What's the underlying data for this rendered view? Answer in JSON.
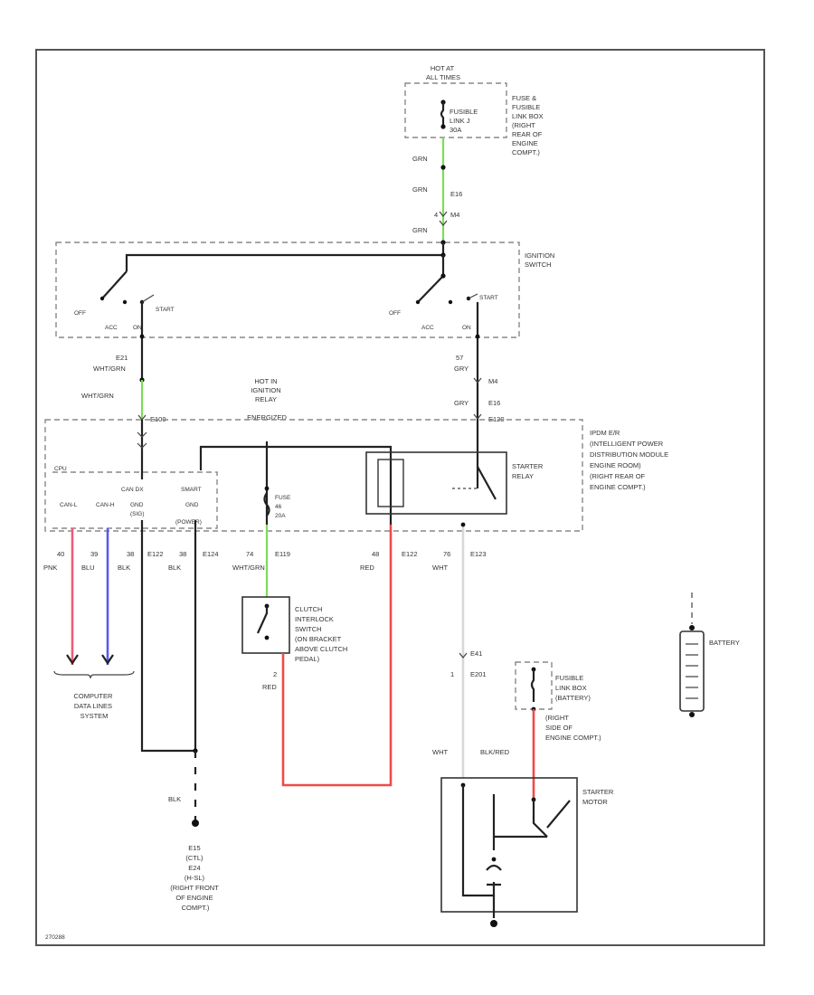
{
  "colors": {
    "frame": "#555555",
    "wire_black": "#222222",
    "wire_green": "#7ddc5a",
    "wire_pink": "#ef5a7a",
    "wire_blue": "#5a5aef",
    "wire_red": "#ef4a4a",
    "wire_white": "#d8d8d8",
    "dashed_box": "#888888"
  },
  "labels": {
    "hot_at_all_times": [
      "HOT AT",
      "ALL TIMES"
    ],
    "fusible_link_j": [
      "FUSIBLE",
      "LINK J",
      "30A"
    ],
    "fuse_fusible_link_box": [
      "FUSE &",
      "FUSIBLE",
      "LINK BOX",
      "(RIGHT",
      "REAR OF",
      "ENGINE",
      "COMPT.)"
    ],
    "ign_wire1": "GRN",
    "ign_wire2": "GRN",
    "ign_conn1": "E16",
    "ign_conn2": "4",
    "ign_conn3": "M4",
    "ign_wire3": "GRN",
    "ignition_switch": [
      "IGNITION",
      "SWITCH"
    ],
    "sw_left": {
      "off": "OFF",
      "acc": "ACC",
      "on": "ON",
      "start": "START"
    },
    "sw_right": {
      "off": "OFF",
      "acc": "ACC",
      "on": "ON",
      "start": "START"
    },
    "left_pin": "E21",
    "left_wire1": "WHT/GRN",
    "left_wire2": "WHT/GRN",
    "left_conn": "E100",
    "right_pin": "57",
    "right_wire1": "GRY",
    "right_conn1": "M4",
    "right_wire2": "GRY",
    "right_conn2": "E16",
    "right_conn3": "E120",
    "hot_in_ignition": [
      "HOT IN",
      "IGNITION",
      "RELAY",
      "ENERGIZED"
    ],
    "ipdm": [
      "IPDM E/R",
      "(INTELLIGENT POWER",
      "DISTRIBUTION MODULE",
      "ENGINE ROOM)",
      "(RIGHT REAR OF",
      "ENGINE COMPT.)"
    ],
    "cpu": "CPU",
    "can_l": "CAN-L",
    "can_h": "CAN-H",
    "gnd_sig": [
      "GND",
      "(SIG)"
    ],
    "gnd_power": [
      "GND",
      "(POWER)"
    ],
    "can_dx": "CAN DX",
    "smart": "SMART",
    "fuse": [
      "FUSE",
      "46",
      "20A"
    ],
    "starter_relay": [
      "STARTER",
      "RELAY"
    ],
    "pin_40": "40",
    "wire_pnk": "PNK",
    "pin_39": "39",
    "wire_blu": "BLU",
    "pin_38": "38",
    "wire_blk1": "BLK",
    "conn_e122": "E122",
    "pin_38b": "38",
    "wire_blk2": "BLK",
    "conn_e124": "E124",
    "pin_74": "74",
    "wire_whtgrn": "WHT/GRN",
    "conn_e119": "E119",
    "pin_48": "48",
    "wire_red": "RED",
    "conn_e122b": "E122",
    "pin_76": "76",
    "wire_wht": "WHT",
    "conn_e123": "E123",
    "computer_data_lines": [
      "COMPUTER",
      "DATA LINES",
      "SYSTEM"
    ],
    "clutch_switch": [
      "CLUTCH",
      "INTERLOCK",
      "SWITCH",
      "(ON BRACKET",
      "ABOVE CLUTCH",
      "PEDAL)"
    ],
    "clutch_pin": "2",
    "clutch_wire": "RED",
    "e41_conn": "E41",
    "e201_pin": "1",
    "e201_conn": "E201",
    "fusible_link_box_battery": [
      "FUSIBLE",
      "LINK BOX",
      "(BATTERY)",
      "(RIGHT",
      "SIDE OF",
      "ENGINE COMPT.)"
    ],
    "battery": "BATTERY",
    "starter_wht": "WHT",
    "starter_blkred": "BLK/RED",
    "starter_motor": [
      "STARTER",
      "MOTOR"
    ],
    "ground_blk": "BLK",
    "ground_loc": [
      "E15",
      "(CTL)",
      "E24",
      "(H-SL)",
      "(RIGHT FRONT",
      "OF ENGINE",
      "COMPT.)"
    ],
    "figure_code": "270288"
  }
}
